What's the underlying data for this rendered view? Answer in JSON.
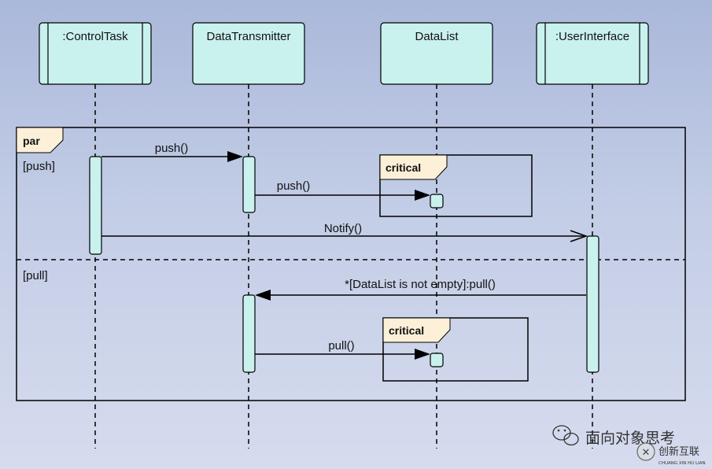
{
  "lifelines": [
    {
      "name": ":ControlTask",
      "bordered": true
    },
    {
      "name": "DataTransmitter",
      "bordered": false
    },
    {
      "name": "DataList",
      "bordered": false
    },
    {
      "name": ":UserInterface",
      "bordered": true
    }
  ],
  "fragment": {
    "operator": "par",
    "guards": [
      "[push]",
      "[pull]"
    ]
  },
  "critical_regions": [
    {
      "label": "critical"
    },
    {
      "label": "critical"
    }
  ],
  "messages": [
    {
      "label": "push()",
      "from": ":ControlTask",
      "to": "DataTransmitter",
      "type": "sync"
    },
    {
      "label": "push()",
      "from": "DataTransmitter",
      "to": "DataList",
      "type": "sync"
    },
    {
      "label": "Notify()",
      "from": ":ControlTask",
      "to": ":UserInterface",
      "type": "async"
    },
    {
      "label": "*[DataList is not empty]:pull()",
      "from": ":UserInterface",
      "to": "DataTransmitter",
      "type": "sync"
    },
    {
      "label": "pull()",
      "from": "DataTransmitter",
      "to": "DataList",
      "type": "sync"
    }
  ],
  "watermark": {
    "account": "面向对象思考",
    "brand": "创新互联",
    "brand_sub": "CHUANG XIN HU LIAN"
  },
  "colors": {
    "lifeline_fill": "#c9f1ee",
    "frame_tag_fill": "#fdf0d8",
    "line": "#000000"
  }
}
